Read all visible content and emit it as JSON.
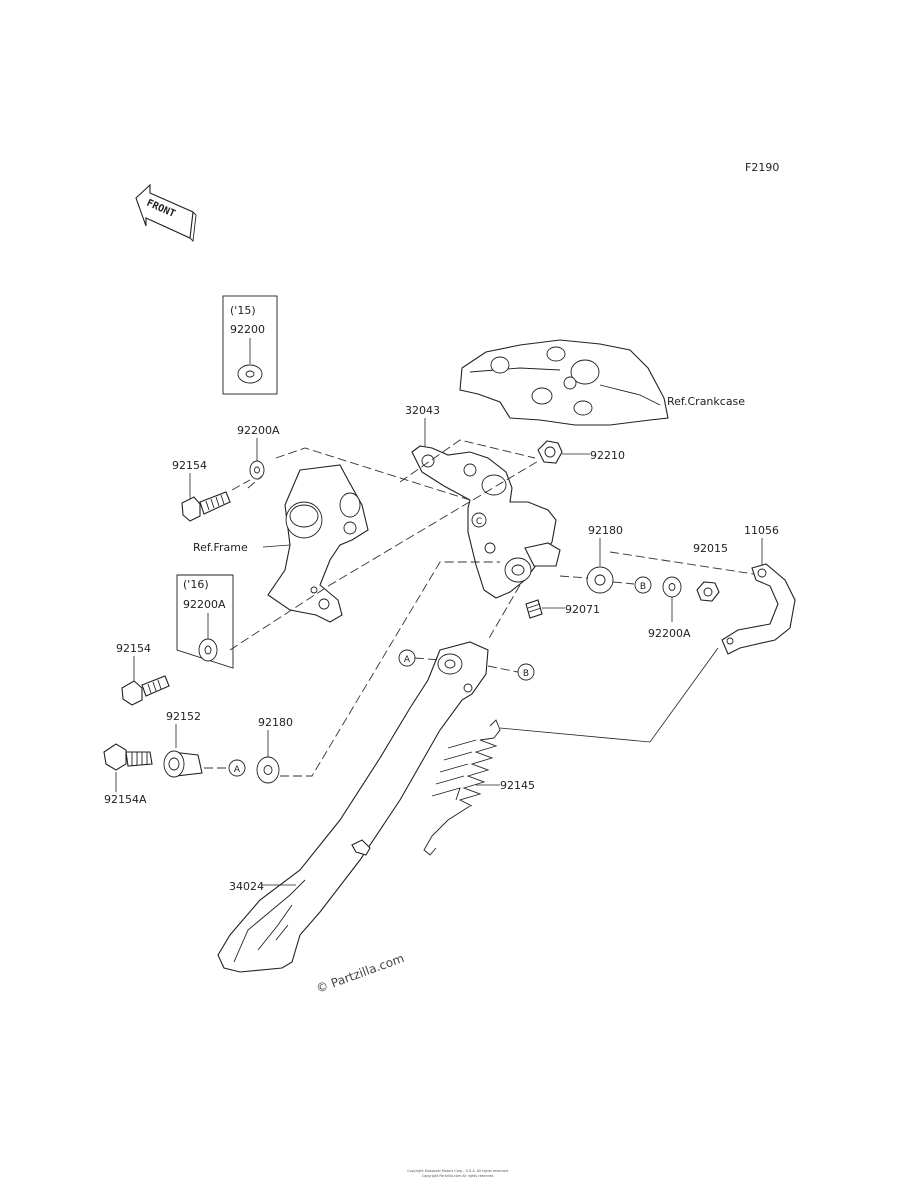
{
  "diagram": {
    "code": "F2190",
    "front_arrow": "FRONT",
    "copyright": "© Partzilla.com",
    "footer_line1": "Copyright Kawasaki Motors Corp., U.S.A. All rights reserved.",
    "footer_line2": "Copyright Partzilla.com All rights reserved.",
    "note_15_top": {
      "year": "('15)",
      "part": "92200"
    },
    "note_16": {
      "year": "('16)",
      "part": "92200A"
    },
    "refs": {
      "crankcase": "Ref.Crankcase",
      "frame": "Ref.Frame"
    },
    "ref_letters": {
      "a": "A",
      "b": "B",
      "c": "C"
    },
    "parts": {
      "p32043": "32043",
      "p92200a_upper": "92200A",
      "p92210": "92210",
      "p92154_upper": "92154",
      "p92180_right": "92180",
      "p92015": "92015",
      "p11056": "11056",
      "p92071": "92071",
      "p92200a_right": "92200A",
      "p92154_lower": "92154",
      "p92152": "92152",
      "p92180_left": "92180",
      "p92154a": "92154A",
      "p92145": "92145",
      "p34024": "34024"
    }
  }
}
